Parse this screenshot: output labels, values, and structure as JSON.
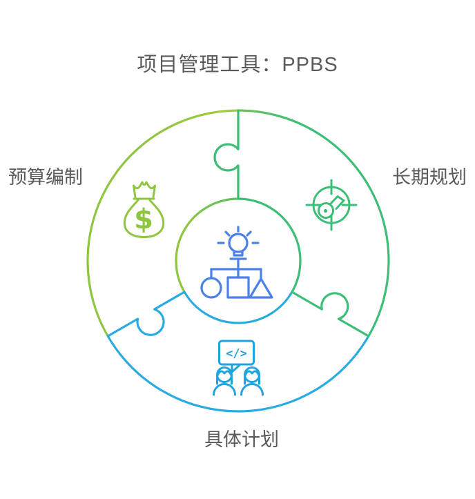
{
  "title": "项目管理工具：PPBS",
  "labels": {
    "left": "预算编制",
    "right": "长期规划",
    "bottom": "具体计划"
  },
  "icons": {
    "money_bag": "money-bag-icon",
    "money_symbol": "$",
    "target": "target-compass-icon",
    "code_symbol": "</>",
    "team": "two-people-icon",
    "center": "idea-flowchart-icon"
  },
  "colors": {
    "lime_green": "#8EC63F",
    "emerald_green": "#3DBE77",
    "cyan_blue": "#29ABE2",
    "center_icon_blue": "#4A80E8",
    "text_gray": "#595A5C"
  }
}
